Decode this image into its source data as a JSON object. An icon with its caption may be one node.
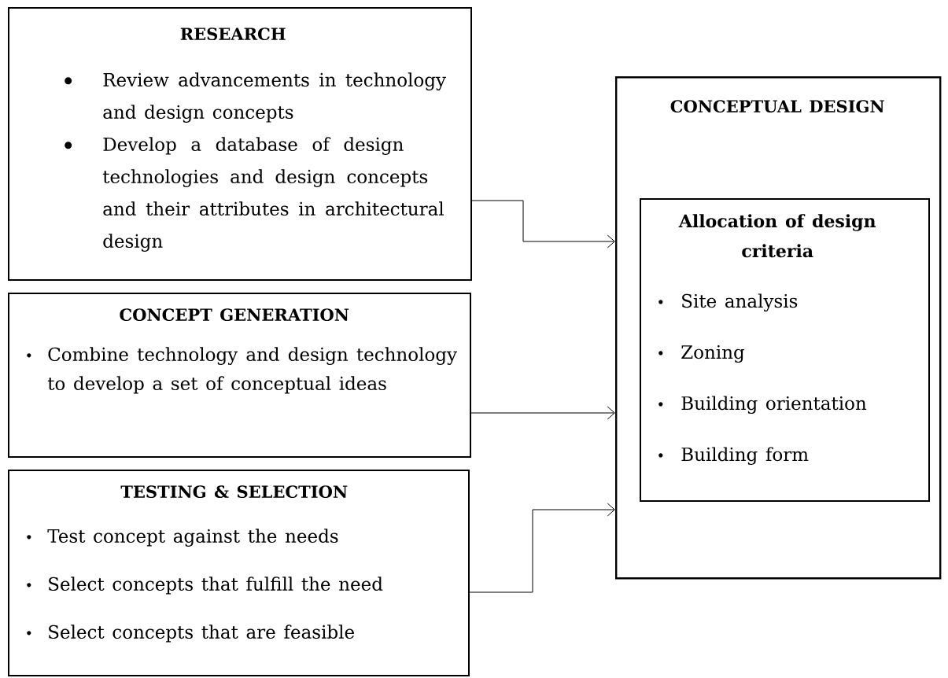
{
  "diagram": {
    "nodes": [
      {
        "text": [
          "RESEARCH",
          "Review advancements in technology and design concepts",
          "Develop a database of design technologies and design concepts and their attributes in architectural design"
        ]
      },
      {
        "text": [
          "CONCEPT GENERATION",
          "Combine technology and design technology to develop a set of conceptual ideas"
        ]
      },
      {
        "text": [
          "TESTING & SELECTION",
          "Test concept against the needs",
          "Select concepts that fulfill the need",
          "Select concepts that are feasible"
        ]
      },
      {
        "text": [
          "CONCEPTUAL DESIGN"
        ]
      },
      {
        "text": [
          "Allocation of design criteria",
          "Site analysis",
          "Zoning",
          "Building orientation",
          "Building form"
        ],
        "in": 3
      }
    ],
    "edges": [
      {
        "from": 0,
        "to": 3,
        "arrow": "to"
      },
      {
        "from": 1,
        "to": 3,
        "arrow": "to"
      },
      {
        "from": 2,
        "to": 3,
        "arrow": "to"
      }
    ]
  }
}
